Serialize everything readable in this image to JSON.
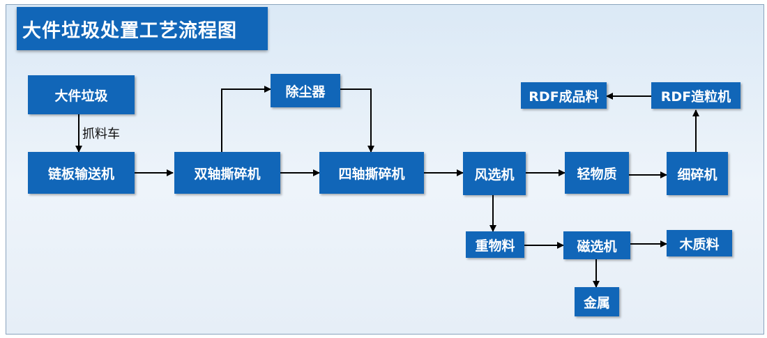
{
  "title": "大件垃圾处置工艺流程图",
  "colors": {
    "node_fill": "#1166b8",
    "node_text": "#ffffff",
    "arrow": "#000000",
    "background": "#dbe9f6"
  },
  "nodes": {
    "bulky_waste": "大件垃圾",
    "chain_conveyor": "链板输送机",
    "dual_shaft_shredder": "双轴撕碎机",
    "dust_collector": "除尘器",
    "quad_shaft_shredder": "四轴撕碎机",
    "air_classifier": "风选机",
    "light_material": "轻物质",
    "fine_crusher": "细碎机",
    "rdf_pelletizer": "RDF造粒机",
    "rdf_product": "RDF成品料",
    "heavy_material": "重物料",
    "magnetic_separator": "磁选机",
    "wood_material": "木质料",
    "metal": "金属"
  },
  "edge_labels": {
    "grab_truck": "抓料车"
  }
}
